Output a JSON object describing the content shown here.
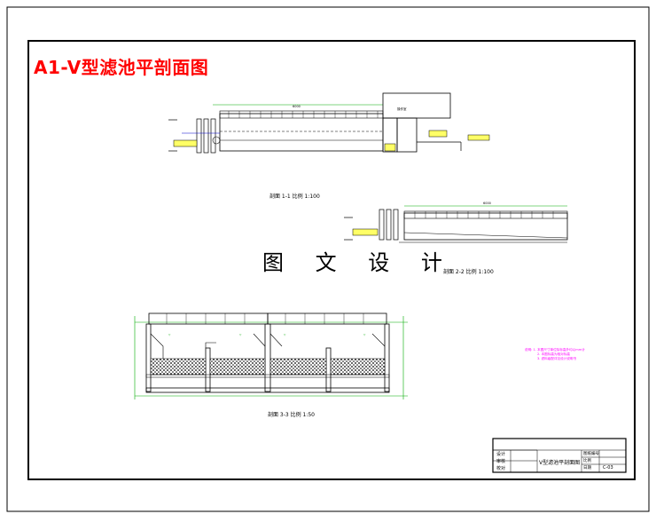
{
  "drawing": {
    "title": "A1-V型滤池平剖面图",
    "watermark": "图 文 设 计",
    "section_labels": {
      "s11": "剖面 1-1 比例 1:100",
      "s22": "剖面 2-2 比例 1:100",
      "s33": "剖面 3-3 比例 1:50"
    },
    "notes": [
      "说明: 1. 本图尺寸单位除标高外均以mm计",
      "2. 本图标高为相对标高",
      "3. 滤料级配详见设计说明书"
    ]
  },
  "title_block": {
    "rows": [
      "设计",
      "审核",
      "校对"
    ],
    "drawing_name": "V型滤池平剖面图",
    "right_labels": [
      "图纸编号",
      "比例",
      "日期"
    ],
    "sheet_code": "C-03"
  },
  "colors": {
    "title_red": "#ff0000",
    "dim_green": "#00aa00",
    "elev_blue": "#0000cc",
    "note_magenta": "#ff00ff",
    "tag_yellow": "#ffff66"
  }
}
